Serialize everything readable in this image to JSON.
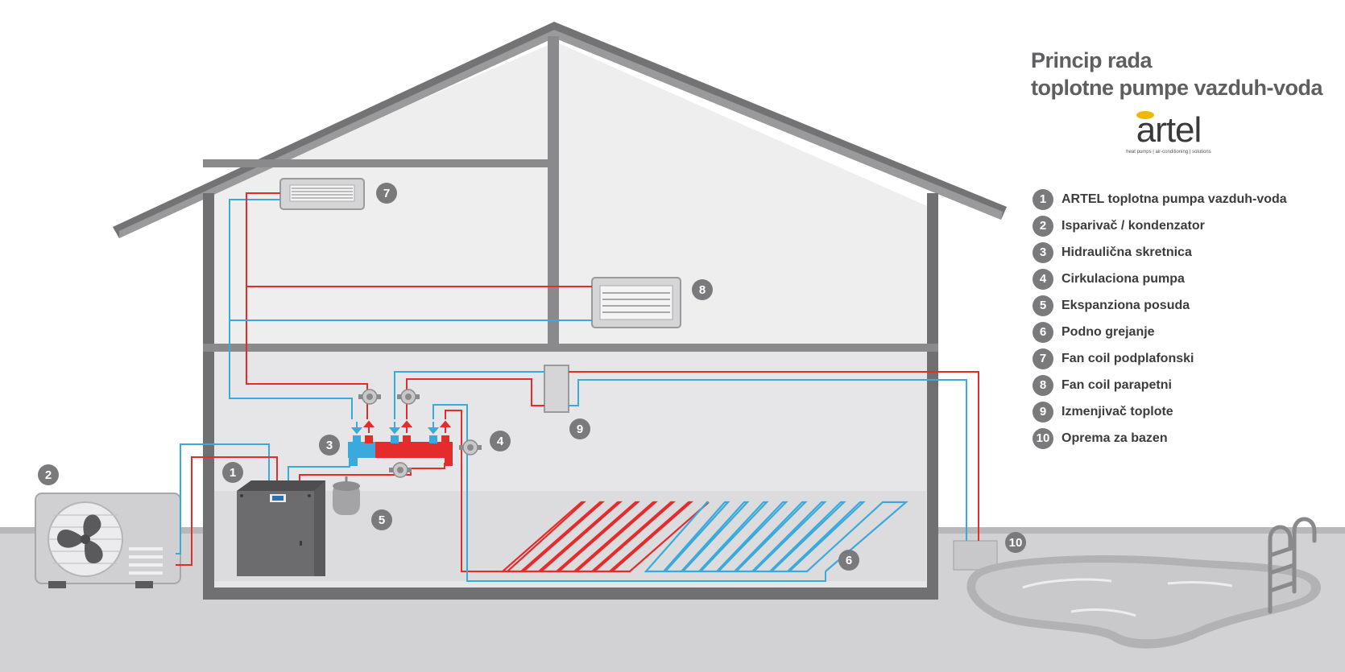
{
  "title": {
    "line1": "Princip rada",
    "line2": "toplotne pumpe vazduh-voda"
  },
  "logo": {
    "word": "artel",
    "tagline": "heat pumps | air-conditioning | solutions",
    "accent_color": "#f2b705"
  },
  "colors": {
    "hot_pipe": "#e42c2c",
    "cold_pipe": "#3aa9dc",
    "wall": "#6e6e70",
    "interior": "#e9e9eb",
    "ground": "#d2d2d4",
    "badge": "#7a7a7c"
  },
  "legend": [
    {
      "num": "1",
      "label": "ARTEL toplotna pumpa vazduh-voda"
    },
    {
      "num": "2",
      "label": "Isparivač / kondenzator"
    },
    {
      "num": "3",
      "label": "Hidraulična skretnica"
    },
    {
      "num": "4",
      "label": "Cirkulaciona pumpa"
    },
    {
      "num": "5",
      "label": "Ekspanziona posuda"
    },
    {
      "num": "6",
      "label": "Podno grejanje"
    },
    {
      "num": "7",
      "label": "Fan coil podplafonski"
    },
    {
      "num": "8",
      "label": "Fan coil parapetni"
    },
    {
      "num": "9",
      "label": "Izmenjivač toplote"
    },
    {
      "num": "10",
      "label": "Oprema za bazen"
    }
  ],
  "badges": {
    "b1": "1",
    "b2": "2",
    "b3": "3",
    "b4": "4",
    "b5": "5",
    "b6": "6",
    "b7": "7",
    "b8": "8",
    "b9": "9",
    "b10": "10"
  }
}
